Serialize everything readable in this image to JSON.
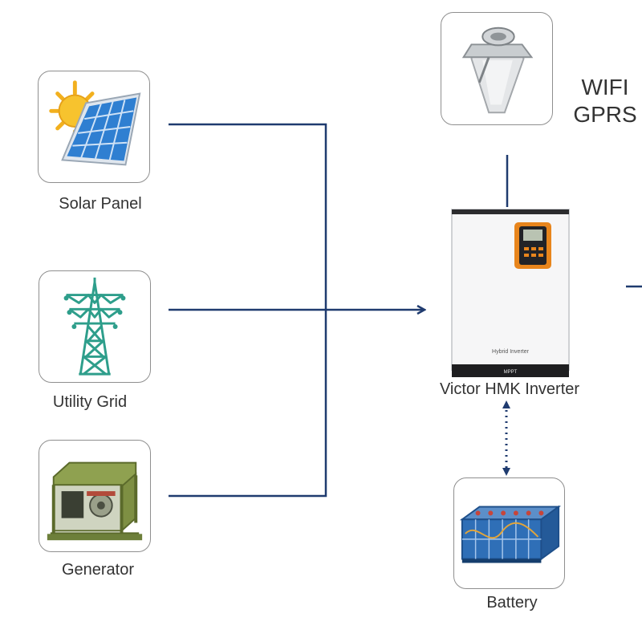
{
  "labels": {
    "solar": "Solar Panel",
    "grid": "Utility Grid",
    "generator": "Generator",
    "inverter": "Victor HMK Inverter",
    "battery": "Battery"
  },
  "comm": {
    "line1": "WIFI",
    "line2": "GPRS"
  },
  "inverter_device": {
    "model_text": "Hybrid Inverter",
    "footer_text": "MPPT"
  },
  "colors": {
    "connector": "#1f3b6f",
    "inverter_accent": "#e8851c",
    "solar_cell": "#2f7fd1",
    "tower": "#2e9e8b",
    "generator": "#6d7f3a",
    "battery": "#2f6fb7"
  },
  "icons": [
    "solar-panel-icon",
    "power-tower-icon",
    "generator-icon",
    "wifi-dongle-icon",
    "inverter-icon",
    "battery-icon"
  ]
}
